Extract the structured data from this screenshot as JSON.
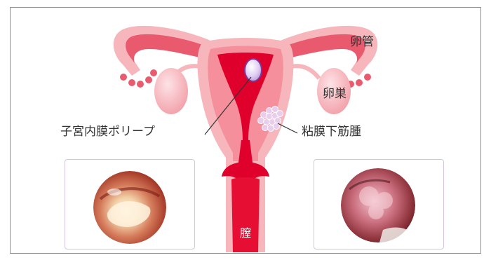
{
  "labels": {
    "fallopian_tube": "卵管",
    "ovary": "卵巣",
    "polyp": "子宮内膜ポリープ",
    "fibroid": "粘膜下筋腫",
    "vagina": "膣"
  },
  "images": {
    "polyp_scope": "endoscopic-view-endometrial-polyp",
    "fibroid_scope": "endoscopic-view-submucosal-fibroid"
  },
  "colors": {
    "outer_pink": "#f6b6bb",
    "deep_red": "#e0002c",
    "wall_pink": "#f48f9b",
    "callout_border": "#d8c4e0",
    "polyp": "#d9c4f0",
    "fibroid": "#e8cdec"
  }
}
